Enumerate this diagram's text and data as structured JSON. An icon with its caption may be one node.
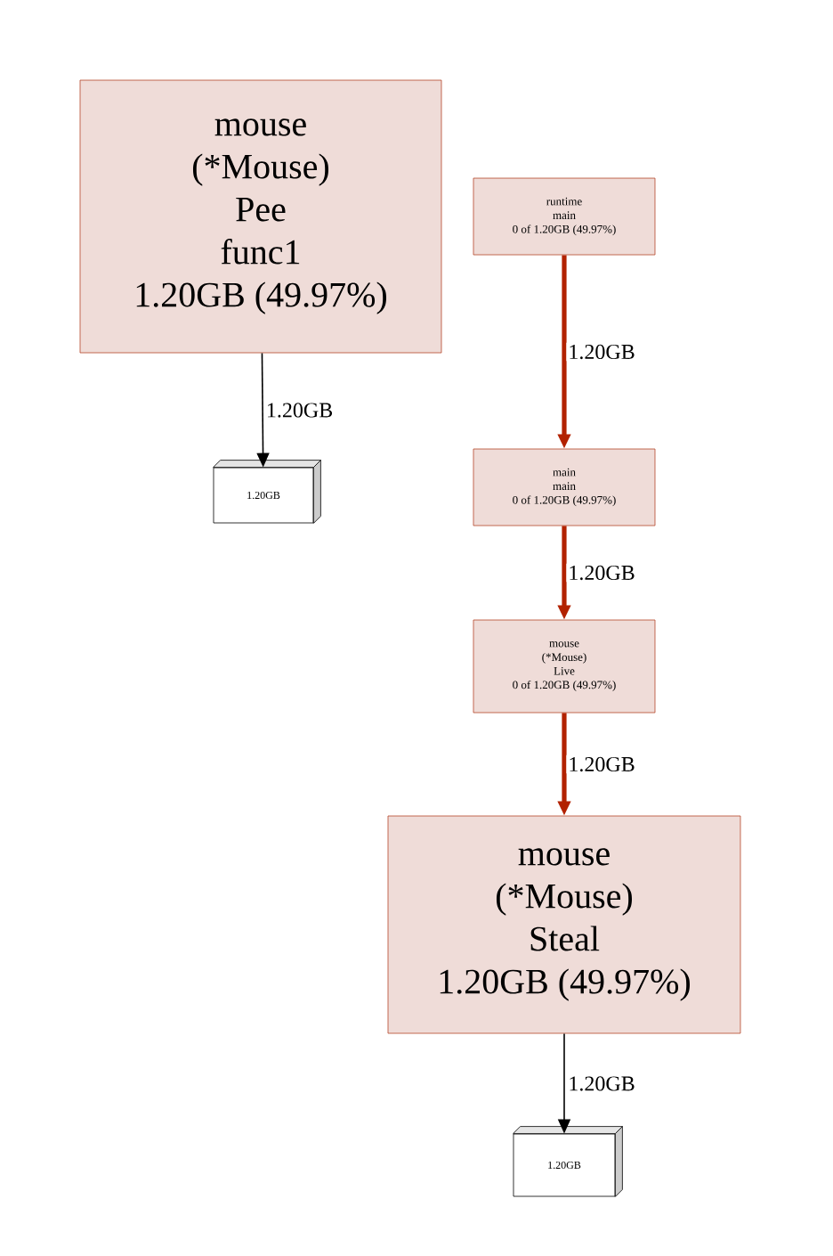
{
  "diagram": {
    "nodes": [
      {
        "text": [
          "mouse",
          "(*Mouse)",
          "Pee",
          "func1",
          "1.20GB (49.97%)"
        ]
      },
      {
        "text": [
          "1.20GB"
        ]
      },
      {
        "text": [
          "runtime",
          "main",
          "0 of 1.20GB (49.97%)"
        ]
      },
      {
        "text": [
          "main",
          "main",
          "0 of 1.20GB (49.97%)"
        ]
      },
      {
        "text": [
          "mouse",
          "(*Mouse)",
          "Live",
          "0 of 1.20GB (49.97%)"
        ]
      },
      {
        "text": [
          "mouse",
          "(*Mouse)",
          "Steal",
          "1.20GB (49.97%)"
        ]
      },
      {
        "text": [
          "1.20GB"
        ]
      }
    ],
    "edges": [
      {
        "from": 0,
        "to": 1,
        "arrow": "to",
        "label": "1.20GB",
        "color": "#000000"
      },
      {
        "from": 2,
        "to": 3,
        "arrow": "to",
        "label": "1.20GB"
      },
      {
        "from": 3,
        "to": 4,
        "arrow": "to",
        "label": "1.20GB"
      },
      {
        "from": 4,
        "to": 5,
        "arrow": "to",
        "label": "1.20GB"
      },
      {
        "from": 5,
        "to": 6,
        "arrow": "to",
        "label": "1.20GB",
        "color": "#000000"
      }
    ]
  }
}
